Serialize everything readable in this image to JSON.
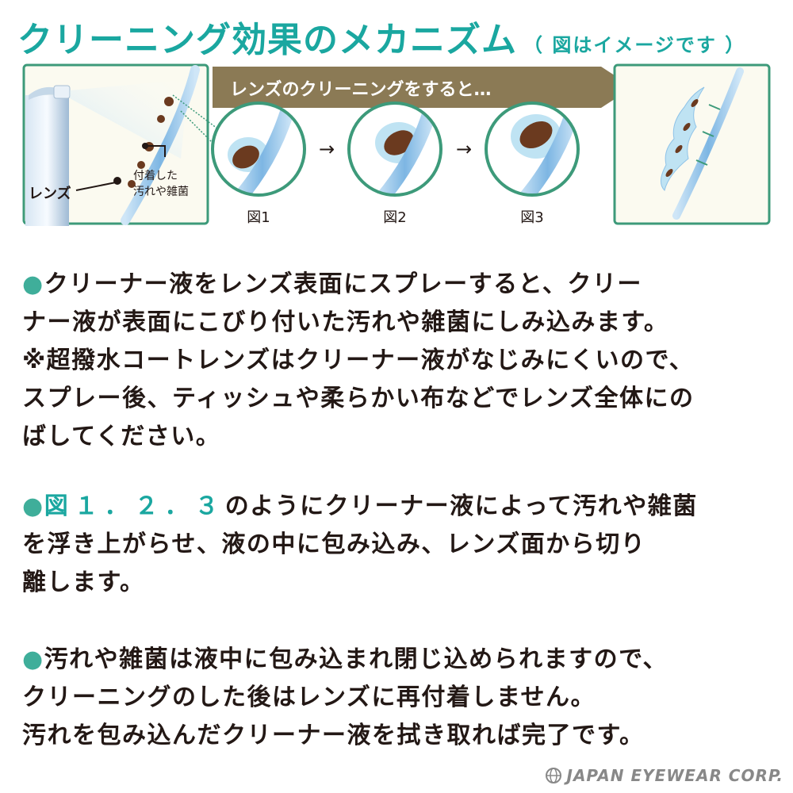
{
  "title": {
    "main": "クリーニング効果のメカニズム",
    "sub": "（ 図はイメージです ）"
  },
  "figure": {
    "banner": "レンズのクリーニングをすると…",
    "label_lens": "レンズ",
    "label_dirt_line1": "付着した",
    "label_dirt_line2": "汚れや雑菌",
    "fig1": "図1",
    "fig2": "図2",
    "fig3": "図3",
    "arrow": "→"
  },
  "paragraphs": [
    {
      "bullet": "●",
      "lines": [
        "クリーナー液をレンズ表面にスプレーすると、クリー",
        "ナー液が表面にこびり付いた汚れや雑菌にしみ込みます。",
        "※超撥水コートレンズはクリーナー液がなじみにくいので、",
        "スプレー後、ティッシュや柔らかい布などでレンズ全体にの",
        "ばしてください。"
      ]
    },
    {
      "bullet": "●",
      "highlight": "図１．２．３",
      "lines": [
        "のようにクリーナー液によって汚れや雑菌",
        "を浮き上がらせ、液の中に包み込み、レンズ面から切り",
        "離します。"
      ]
    },
    {
      "bullet": "●",
      "lines": [
        "汚れや雑菌は液中に包み込まれ閉じ込められますので、",
        "クリーニングのした後はレンズに再付着しません。",
        "汚れを包み込んだクリーナー液を拭き取れば完了です。"
      ]
    }
  ],
  "footer": {
    "logo_text": "JAPAN EYEWEAR CORP."
  },
  "colors": {
    "teal": "#1aa7a0",
    "bullet": "#3fae9a",
    "banner": "#8b7a55",
    "panel_border": "#3d9a7a",
    "dirt": "#6b3a1f",
    "lens_blue": "#8fc3e8"
  }
}
